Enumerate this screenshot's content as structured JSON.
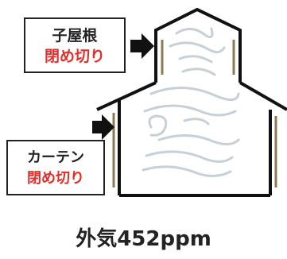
{
  "labels": {
    "roof_vent": {
      "line1": "子屋根",
      "line2": "閉め切り"
    },
    "curtain": {
      "line1": "カーテン",
      "line2": "閉め切り"
    }
  },
  "caption": "外気452ppm",
  "colors": {
    "outline": "#111111",
    "closed_text": "#e0302b",
    "label_text": "#222222",
    "panel": "#8a7b54",
    "airflow": "#c8d0d6"
  },
  "icons": {
    "arrow": "arrow-right-icon"
  }
}
